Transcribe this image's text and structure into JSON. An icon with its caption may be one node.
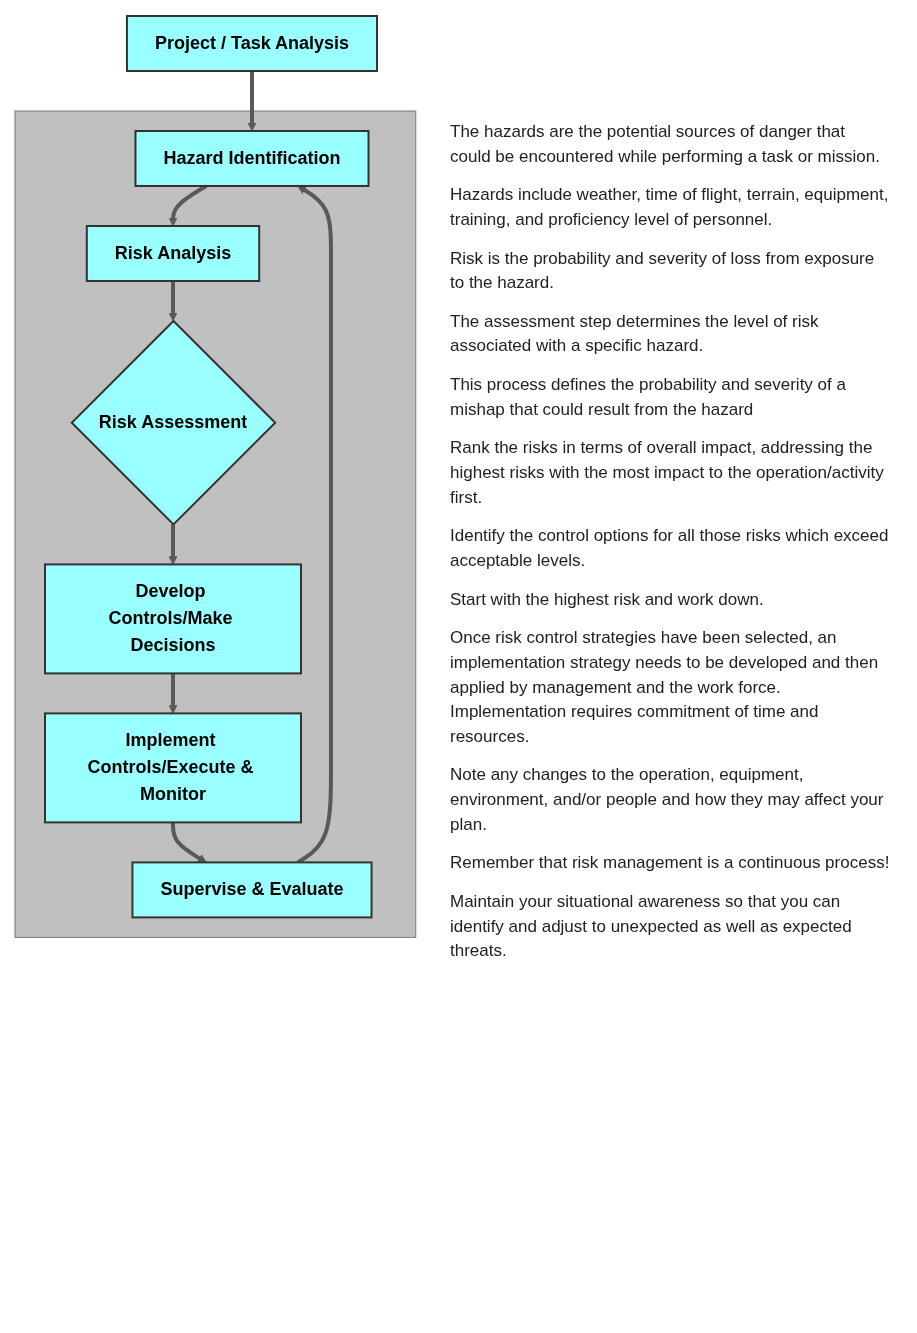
{
  "diagram": {
    "nodes": [
      {
        "text": [
          "Project / Task Analysis"
        ]
      },
      {
        "text": [],
        "shape": "box"
      },
      {
        "text": [
          "Hazard Identification"
        ],
        "in": 1
      },
      {
        "text": [
          "Risk Analysis"
        ],
        "in": 1
      },
      {
        "text": [
          "Risk Assessment"
        ],
        "in": 1
      },
      {
        "text": [
          "Develop Controls/Make Decisions"
        ],
        "in": 1
      },
      {
        "text": [
          "Implement Controls/Execute & Monitor"
        ],
        "in": 1
      },
      {
        "text": [
          "Supervise & Evaluate"
        ],
        "in": 1
      }
    ],
    "edges": [
      {
        "from": 0,
        "to": 2,
        "arrow": "to"
      },
      {
        "from": 7,
        "to": 2,
        "arrow": "to"
      },
      {
        "from": 2,
        "to": 3,
        "arrow": "to"
      },
      {
        "from": 3,
        "to": 4,
        "arrow": "to"
      },
      {
        "from": 4,
        "to": 5,
        "arrow": "to"
      },
      {
        "from": 5,
        "to": 6,
        "arrow": "to"
      },
      {
        "from": 6,
        "to": 7,
        "arrow": "to"
      }
    ],
    "labels": [
      "The hazards are the potential sources of danger that could be encountered while performing a task or mission.",
      "Hazards include weather, time of flight, terrain, equipment, training, and proficiency level of personnel.",
      "Risk is the probability and severity of loss from exposure to the hazard.",
      "The assessment step determines the level of risk associated with a specific hazard.",
      "This process defines the probability and severity of a mishap that could result from the hazard",
      "Rank the risks in terms of overall impact, addressing the highest risks with the most impact to the operation/activity first.",
      "Identify the control options for all those risks which exceed acceptable levels.",
      "Start with the highest risk and work down.",
      "Once risk control strategies have been selected, an implementation strategy needs to be developed and then applied by management and the work force. Implementation requires commitment of time and resources.",
      "Note any changes to the operation, equipment, environment, and/or people and how they may affect your plan.",
      "Remember that risk management is a continuous process!",
      "Maintain your situational awareness so that you can identify and adjust to unexpected as well as expected threats."
    ]
  }
}
